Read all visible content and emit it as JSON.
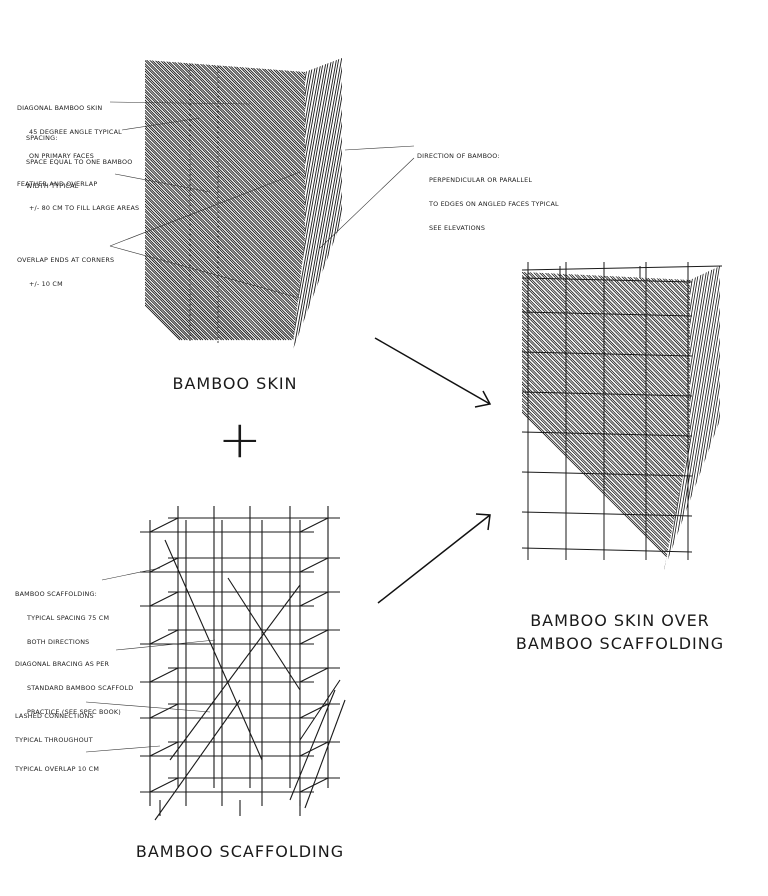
{
  "skin_annotations": {
    "diagonal": [
      "DIAGONAL BAMBOO SKIN",
      "45 DEGREE ANGLE TYPICAL",
      "ON PRIMARY FACES"
    ],
    "spacing": [
      "SPACING:",
      "SPACE EQUAL TO ONE BAMBOO",
      "WIDTH TYPICAL"
    ],
    "feather": [
      "FEATHER AND OVERLAP",
      "+/- 80 CM TO FILL LARGE AREAS"
    ],
    "overlap_ends": [
      "OVERLAP ENDS AT CORNERS",
      "+/- 10 CM"
    ],
    "direction": [
      "DIRECTION OF BAMBOO:",
      "PERPENDICULAR OR PARALLEL",
      "TO EDGES ON ANGLED FACES TYPICAL",
      "SEE ELEVATIONS"
    ]
  },
  "scaffold_annotations": {
    "scaffolding": [
      "BAMBOO SCAFFOLDING:",
      "TYPICAL SPACING 75 CM",
      "BOTH DIRECTIONS"
    ],
    "bracing": [
      "DIAGONAL BRACING AS PER",
      "STANDARD BAMBOO SCAFFOLD",
      "PRACTICE (SEE SPEC BOOK)"
    ],
    "lashed": [
      "LASHED CONNECTIONS",
      "TYPICAL THROUGHOUT"
    ],
    "overlap": [
      "TYPICAL OVERLAP 10 CM"
    ]
  },
  "titles": {
    "skin": "BAMBOO SKIN",
    "scaffolding": "BAMBOO SCAFFOLDING",
    "combined_line1": "BAMBOO SKIN OVER",
    "combined_line2": "BAMBOO SCAFFOLDING"
  },
  "operator": "+",
  "colors": {
    "ink": "#1a1a1a",
    "background": "#ffffff"
  }
}
